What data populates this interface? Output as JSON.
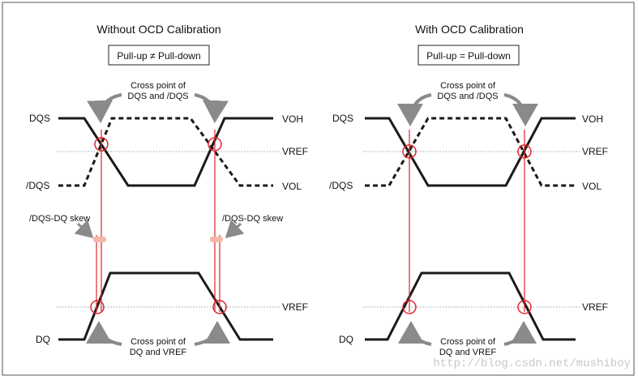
{
  "left": {
    "title": "Without OCD Calibration",
    "box": "Pull-up ≠ Pull-down",
    "dqs_label": "DQS",
    "ndqs_label": "/DQS",
    "dq_label": "DQ",
    "voh_label": "VOH",
    "vref_label": "VREF",
    "vol_label": "VOL",
    "vref_dq_label": "VREF",
    "cross_top_line1": "Cross point of",
    "cross_top_line2": "DQS and /DQS",
    "cross_bot_line1": "Cross point of",
    "cross_bot_line2": "DQ and VREF",
    "skew_left": "/DQS-DQ skew",
    "skew_right": "/DQS-DQ skew"
  },
  "right": {
    "title": "With OCD Calibration",
    "box": "Pull-up = Pull-down",
    "dqs_label": "DQS",
    "ndqs_label": "/DQS",
    "dq_label": "DQ",
    "voh_label": "VOH",
    "vref_label": "VREF",
    "vol_label": "VOL",
    "vref_dq_label": "VREF",
    "cross_top_line1": "Cross point of",
    "cross_top_line2": "DQS and /DQS",
    "cross_bot_line1": "Cross point of",
    "cross_bot_line2": "DQ and VREF"
  },
  "watermark": "http://blog.csdn.net/mushiboy",
  "colors": {
    "signal": "#1a1a1a",
    "marker": "#e0242b",
    "skew_band": "#f4b8a8",
    "arrow": "#8a8a8a",
    "vref_line": "#9aa3ad"
  }
}
